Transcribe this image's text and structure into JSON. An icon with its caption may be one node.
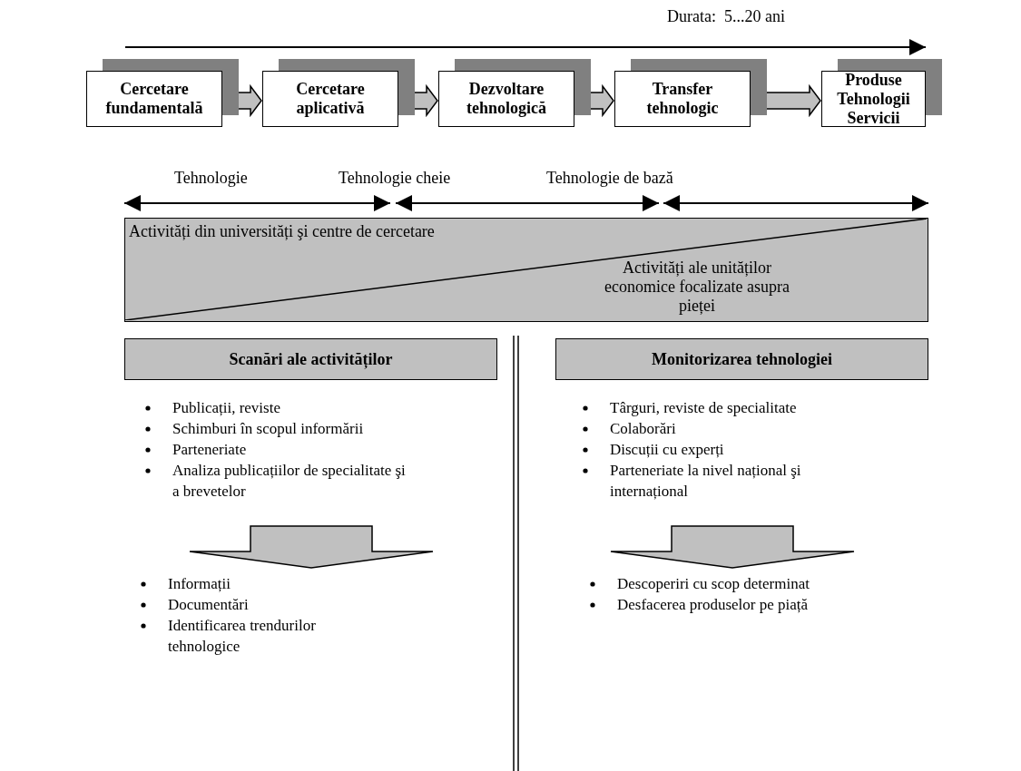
{
  "diagram": {
    "nodes": [
      {
        "text": [
          "Cercetare fundamentală"
        ]
      },
      {
        "text": [
          "Cercetare aplicativă"
        ]
      },
      {
        "text": [
          "Dezvoltare tehnologică"
        ]
      },
      {
        "text": [
          "Transfer tehnologic"
        ]
      },
      {
        "text": [
          "Produse Tehnologii Servicii"
        ]
      },
      {
        "text": [
          "Activități din universități şi centre de cercetare",
          "Activități ale unităților economice focalizate asupra pieței"
        ]
      },
      {
        "text": [
          "Scanări ale activităților"
        ]
      },
      {
        "text": [
          "Monitorizarea tehnologiei"
        ]
      },
      {
        "text": [
          "Publicații, reviste",
          "Schimburi în scopul informării",
          "Parteneriate",
          "Analiza publicațiilor de specialitate şi a brevetelor"
        ]
      },
      {
        "text": [
          "Târguri, reviste de specialitate",
          "Colaborări",
          "Discuții cu experți",
          "Parteneriate la nivel național şi internațional"
        ]
      },
      {
        "text": [
          "Informații",
          "Documentări",
          "Identificarea trendurilor tehnologice"
        ]
      },
      {
        "text": [
          "Descoperiri cu scop determinat",
          "Desfacerea produselor pe piață"
        ]
      }
    ],
    "edges": [
      {
        "from": 0,
        "to": 1,
        "arrow": "to"
      },
      {
        "from": 1,
        "to": 2,
        "arrow": "to"
      },
      {
        "from": 2,
        "to": 3,
        "arrow": "to"
      },
      {
        "from": 3,
        "to": 4,
        "arrow": "to"
      },
      {
        "from": 8,
        "to": 10,
        "arrow": "to"
      },
      {
        "from": 9,
        "to": 11,
        "arrow": "to"
      }
    ],
    "labels": [
      "Durata:  5...20 ani",
      "Tehnologie",
      "Tehnologie cheie",
      "Tehnologie de bază"
    ]
  }
}
